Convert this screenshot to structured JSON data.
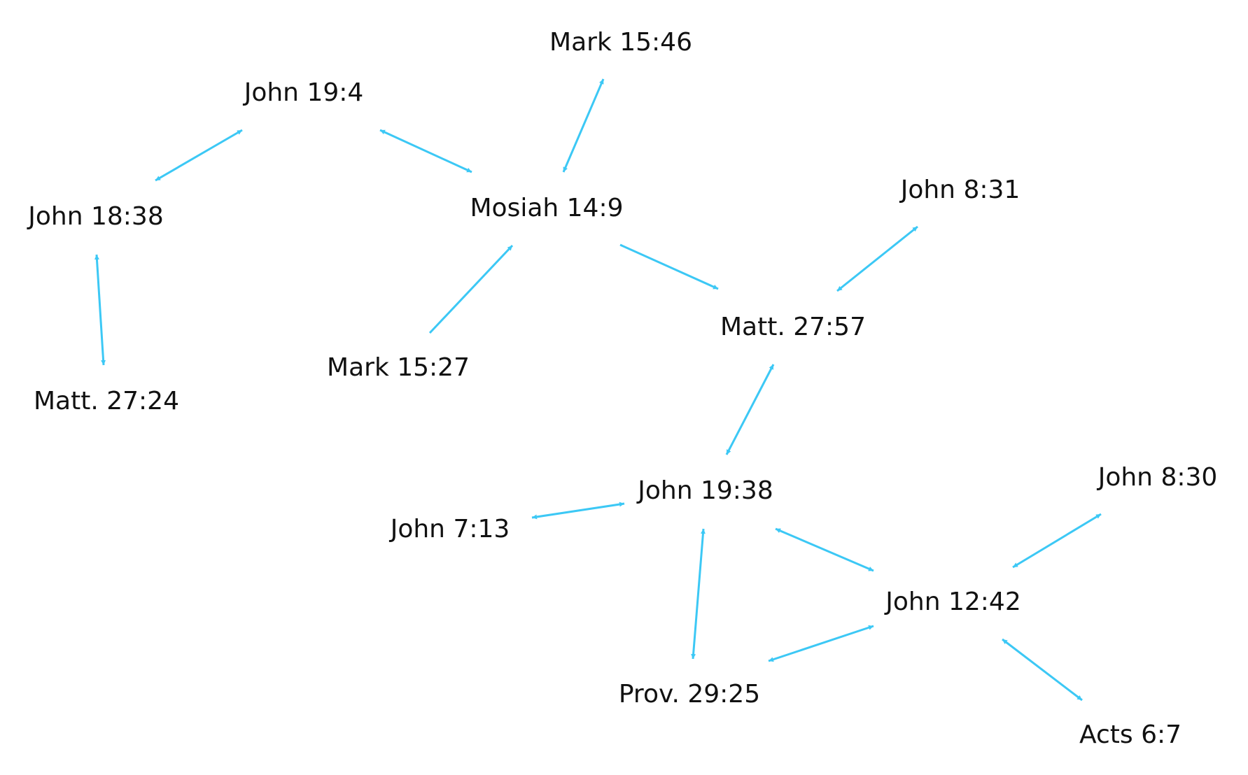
{
  "colors": {
    "edge": "#3cc8f5",
    "text": "#111111",
    "background": "#ffffff"
  },
  "nodes": [
    {
      "id": "mark-15-46",
      "label": "Mark 15:46"
    },
    {
      "id": "john-19-4",
      "label": "John 19:4"
    },
    {
      "id": "john-18-38",
      "label": "John 18:38"
    },
    {
      "id": "mosiah-14-9",
      "label": "Mosiah 14:9"
    },
    {
      "id": "john-8-31",
      "label": "John 8:31"
    },
    {
      "id": "matt-27-57",
      "label": "Matt. 27:57"
    },
    {
      "id": "mark-15-27",
      "label": "Mark 15:27"
    },
    {
      "id": "matt-27-24",
      "label": "Matt. 27:24"
    },
    {
      "id": "john-19-38",
      "label": "John 19:38"
    },
    {
      "id": "john-8-30",
      "label": "John 8:30"
    },
    {
      "id": "john-7-13",
      "label": "John 7:13"
    },
    {
      "id": "john-12-42",
      "label": "John 12:42"
    },
    {
      "id": "prov-29-25",
      "label": "Prov. 29:25"
    },
    {
      "id": "acts-6-7",
      "label": "Acts 6:7"
    }
  ],
  "edges": [
    {
      "from": "john-19-4",
      "to": "john-18-38",
      "direction": "both"
    },
    {
      "from": "john-19-4",
      "to": "mosiah-14-9",
      "direction": "both"
    },
    {
      "from": "mark-15-46",
      "to": "mosiah-14-9",
      "direction": "both"
    },
    {
      "from": "john-18-38",
      "to": "matt-27-24",
      "direction": "both"
    },
    {
      "from": "mark-15-27",
      "to": "mosiah-14-9",
      "direction": "forward"
    },
    {
      "from": "mosiah-14-9",
      "to": "matt-27-57",
      "direction": "forward"
    },
    {
      "from": "john-8-31",
      "to": "matt-27-57",
      "direction": "both"
    },
    {
      "from": "matt-27-57",
      "to": "john-19-38",
      "direction": "both"
    },
    {
      "from": "john-7-13",
      "to": "john-19-38",
      "direction": "both"
    },
    {
      "from": "john-19-38",
      "to": "john-12-42",
      "direction": "both"
    },
    {
      "from": "john-19-38",
      "to": "prov-29-25",
      "direction": "both"
    },
    {
      "from": "john-8-30",
      "to": "john-12-42",
      "direction": "both"
    },
    {
      "from": "prov-29-25",
      "to": "john-12-42",
      "direction": "both"
    },
    {
      "from": "john-12-42",
      "to": "acts-6-7",
      "direction": "both"
    }
  ]
}
